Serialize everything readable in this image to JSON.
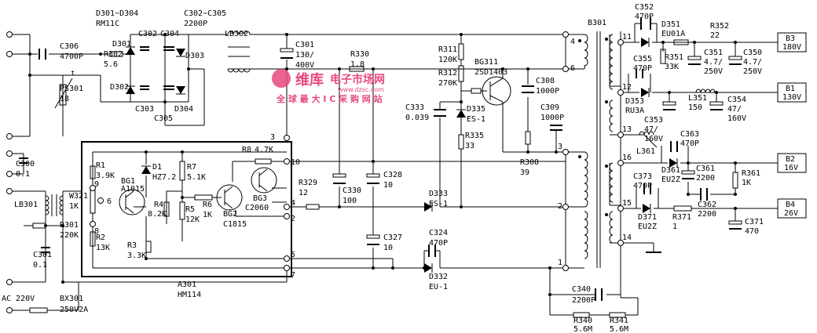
{
  "labels": {
    "d301_d304": "D301~D304",
    "rm11c": "RM11C",
    "c302_c305": "C302~C305",
    "v2200p": "2200P",
    "c306": "C306",
    "c306v": "4700P",
    "r302": "R302",
    "r302v": "5.6",
    "d301": "D301",
    "d302": "D302",
    "d303": "D303",
    "d304": "D304",
    "c302": "C302",
    "c303": "C303",
    "c304": "C304",
    "c305": "C305",
    "ps301": "PS301",
    "ps301v": "18",
    "t": "t",
    "lb302": "LB302",
    "c301a": "C301",
    "c301av": "130/",
    "c301av2": "400V",
    "r330": "R330",
    "r330v": "1.8",
    "r311": "R311",
    "r311v": "120K",
    "r312": "R312",
    "r312v": "270K",
    "bg311": "BG311",
    "bg311v": "2SD1403",
    "c308": "C308",
    "c308v": "1000P",
    "c333": "C333",
    "c333v": "0.039",
    "d335": "D335",
    "d335v": "ES-1",
    "c309": "C309",
    "c309v": "1000P",
    "r335": "R335",
    "r335v": "33",
    "r308": "R308",
    "r308v": "39",
    "b301": "B301",
    "c300": "C300",
    "c300v": "0.1",
    "lb301": "LB301",
    "w321": "W321",
    "w321v": "1K",
    "r1": "R1",
    "r1v": "3.9K",
    "d1": "D1",
    "d1v": "HZ7.2",
    "r7": "R7",
    "r7v": "5.1K",
    "r8": "R8",
    "r8v": "4.7K",
    "bg1": "BG1",
    "bg1v": "A1015",
    "r4": "R4",
    "r4v": "8.2K",
    "r5": "R5",
    "r5v": "12K",
    "r6": "R6",
    "r6v": "1K",
    "bg2": "BG2",
    "bg2v": "C1815",
    "bg3": "BG3",
    "bg3v": "C2060",
    "r2": "R2",
    "r2v": "13K",
    "r3": "R3",
    "r3v": "3.3K",
    "r329": "R329",
    "r329v": "12",
    "c330": "C330",
    "c330v": "100",
    "c328": "C328",
    "c328v": "10",
    "d333": "D333",
    "d333v": "ES-1",
    "c324": "C324",
    "c324v": "470P",
    "c327": "C327",
    "c327v": "10",
    "d332": "D332",
    "d332v": "EU-1",
    "r301": "R301",
    "r301v": "220K",
    "c301b": "C301",
    "c301bv": "0.1",
    "a301": "A301",
    "hm114": "HM114",
    "ac": "AC 220V",
    "bx301": "BX301",
    "bx301v": "250V2A",
    "c352": "C352",
    "c352v": "470P",
    "d351": "D351",
    "d351v": "EU01A",
    "r352": "R352",
    "r352v": "22",
    "c355": "C355",
    "c355v": "470P",
    "r351": "R351",
    "r351v": "33K",
    "c351": "C351",
    "c351v": "4.7/",
    "c351v2": "250V",
    "c350": "C350",
    "c350v": "4.7/",
    "c350v2": "250V",
    "d353": "D353",
    "d353v": "RU3A",
    "l351": "L351",
    "l351v": "150",
    "c353": "C353",
    "c353v": "47/",
    "c353v2": "160V",
    "c354": "C354",
    "c354v": "47/",
    "c354v2": "160V",
    "c363": "C363",
    "c363v": "470P",
    "l361": "L361",
    "d361": "D361",
    "d361v": "EU2Z",
    "c361": "C361",
    "c361v": "2200",
    "r361": "R361",
    "r361v": "1K",
    "c373": "C373",
    "c373v": "470P",
    "c362": "C362",
    "c362v": "2200",
    "d371": "D371",
    "d371v": "EU2Z",
    "r371": "R371",
    "r371v": "1",
    "c371": "C371",
    "c371v": "470",
    "c340": "C340",
    "c340v": "2200P",
    "r340": "R340",
    "r340v": "5.6M",
    "r341": "R341",
    "r341v": "5.6M",
    "b3": "B3",
    "b3v": "180V",
    "b1": "B1",
    "b1v": "130V",
    "b2": "B2",
    "b2v": "16V",
    "b4": "B4",
    "b4v": "26V",
    "p4": "4",
    "p6": "6",
    "p3": "3",
    "p2": "2",
    "p1": "1",
    "p11": "11",
    "p12": "12",
    "p13": "13",
    "p16": "16",
    "p15": "15",
    "p14": "14",
    "a9": "9",
    "a6": "6",
    "a8": "8",
    "a3": "3",
    "a10": "10",
    "a4": "4",
    "a2": "2",
    "a5": "5",
    "a7": "7"
  },
  "watermark": {
    "logo": "维库",
    "title": "电子市场网",
    "url": "www.dzsc.com",
    "slogan": "全 球 最 大 I C 采 购 网 站"
  }
}
